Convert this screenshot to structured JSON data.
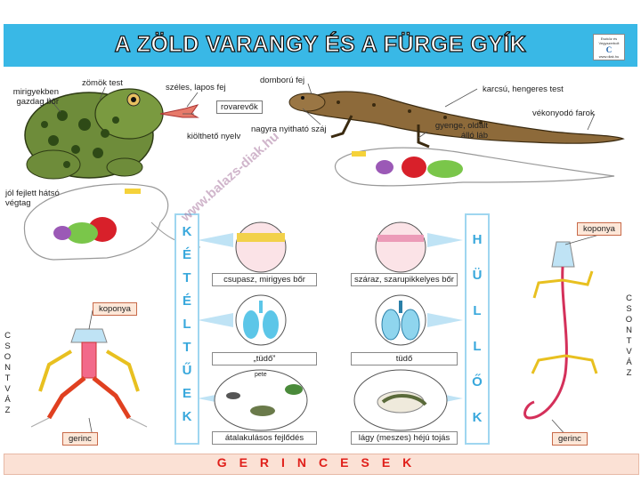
{
  "title": "A ZÖLD VARANGY ÉS A FÜRGE GYÍK",
  "footer": "GERINCESEK",
  "watermark": "www.balazs-diak.hu",
  "logo": {
    "line1": "Eszköz és Vegyszerbolt",
    "line2": "C",
    "line3": "www.diak.hu"
  },
  "left_column_letters": [
    "K",
    "É",
    "T",
    "É",
    "L",
    "T",
    "Ű",
    "E",
    "K"
  ],
  "right_column_letters": [
    "H",
    "Ü",
    "L",
    "L",
    "Ő",
    "K"
  ],
  "toad_labels": {
    "body": "zömök test",
    "skin": "mirigyekben gazdag bőr",
    "head": "széles, lapos fej",
    "tongue": "kiölthető nyelv",
    "leg": "jól fejlett hátsó végtag",
    "food": "rovarevők"
  },
  "lizard_labels": {
    "head": "domború fej",
    "body": "karcsú, hengeres test",
    "tail": "vékonyodó farok",
    "mouth": "nagyra nyitható száj",
    "legs": "gyenge, oldalt álló láb"
  },
  "comparison": {
    "skin_left": "csupasz, mirigyes bőr",
    "skin_right": "száraz, szarupikkelyes bőr",
    "lung_left": "„tüdő”",
    "lung_right": "tüdő",
    "dev_left": "átalakulásos fejlődés",
    "dev_right": "lágy (meszes) héjú tojás",
    "egg_label": "pete"
  },
  "skeleton": {
    "left_side": "CSONTVÁZ",
    "right_side": "CSONTVÁZ",
    "skull_left": "koponya",
    "spine_left": "gerinc",
    "skull_right": "koponya",
    "spine_right": "gerinc"
  },
  "colors": {
    "title_bar": "#39b8e6",
    "footer_text": "#e0201b",
    "side_letters": "#39a8dc",
    "arrow": "#bfe3f5"
  }
}
